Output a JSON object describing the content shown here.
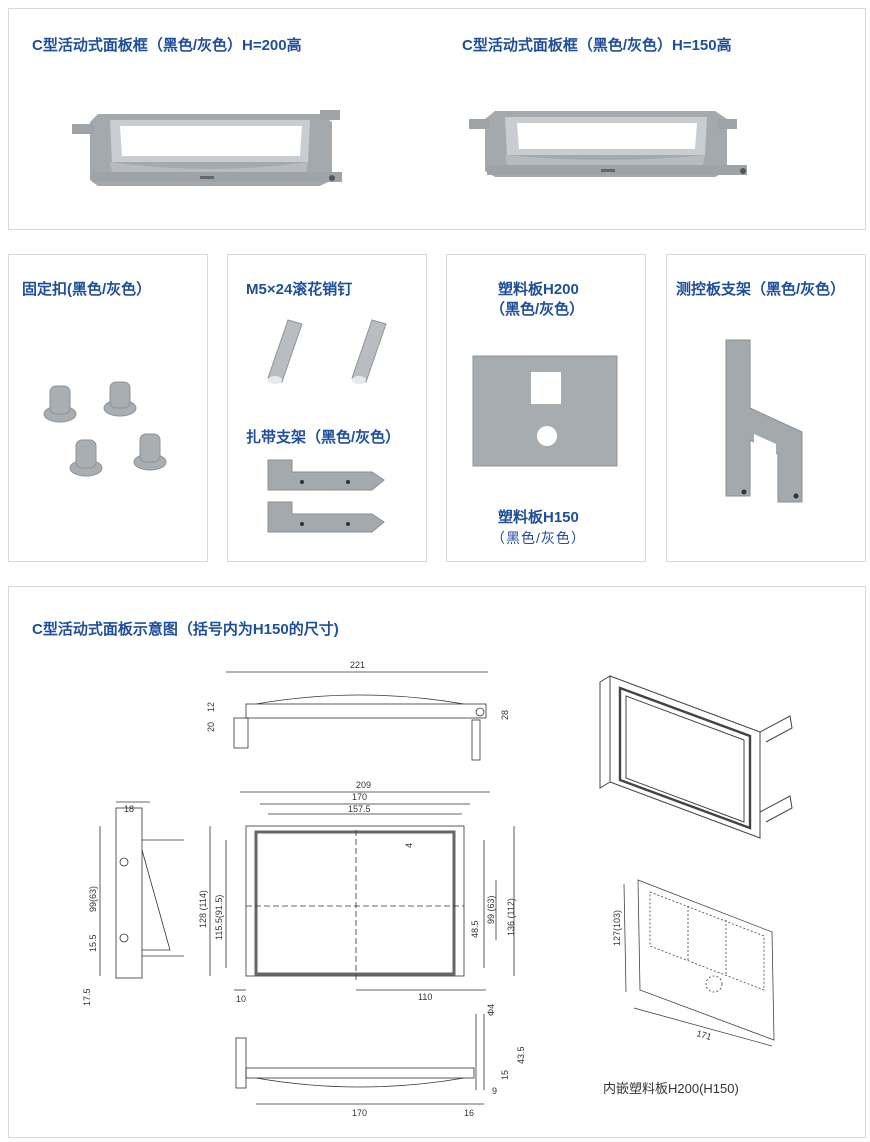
{
  "top": {
    "left_title": "C型活动式面板框（黑色/灰色）H=200高",
    "right_title": "C型活动式面板框（黑色/灰色）H=150高"
  },
  "cards": {
    "fix_clip": {
      "title": "固定扣(黑色/灰色）"
    },
    "pin": {
      "title": "M5×24滚花销钉"
    },
    "tie_bracket": {
      "title": "扎带支架（黑色/灰色）"
    },
    "plate": {
      "title_line1": "塑料板H200",
      "title_line2": "（黑色/灰色）",
      "bottom_line1": "塑料板H150",
      "bottom_line2": "（黑色/灰色）"
    },
    "control_bracket": {
      "title": "测控板支架（黑色/灰色）"
    }
  },
  "diagram": {
    "title": "C型活动式面板示意图（括号内为H150的尺寸)",
    "dims": {
      "d221": "221",
      "d12": "12",
      "d20": "20",
      "d28": "28",
      "d209": "209",
      "d170": "170",
      "d157": "157.5",
      "d4": "4",
      "d128": "128 (114)",
      "d115": "115.5(91.5)",
      "d99": "99 (63)",
      "d136": "136 (112)",
      "d48": "48.5",
      "d10": "10",
      "d110": "110",
      "d18": "18",
      "d99b": "99(63)",
      "d15": "15.5",
      "d17": "17.5",
      "dphi4": "Φ4",
      "d43": "43.5",
      "d15b": "15",
      "d9": "9",
      "d170b": "170",
      "d16": "16",
      "d127": "127(103)",
      "d171": "171"
    },
    "inner_caption": "内嵌塑料板H200(H150)"
  }
}
